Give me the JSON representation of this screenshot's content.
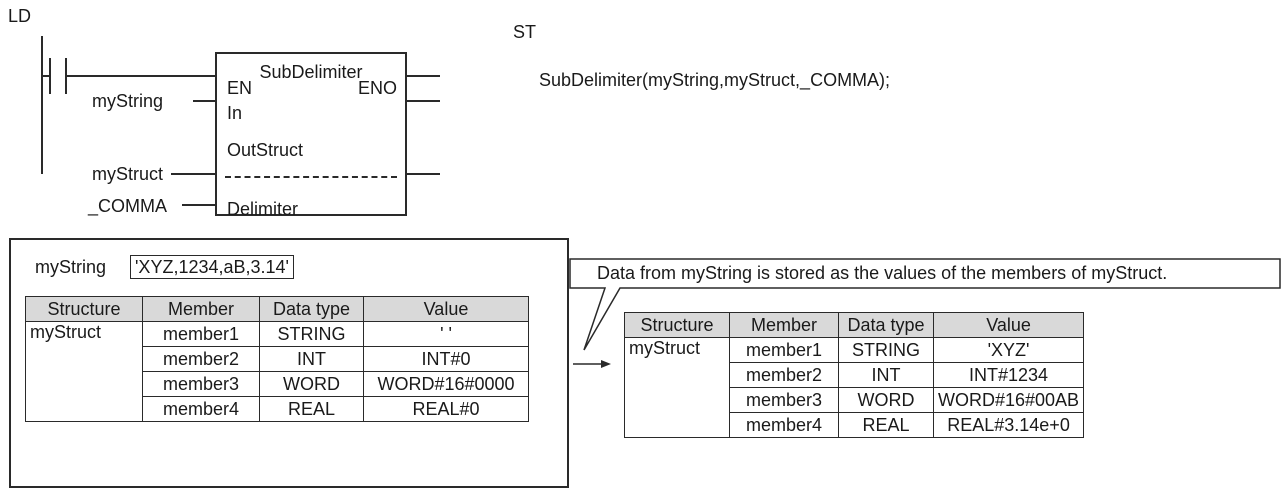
{
  "ld": {
    "heading": "LD",
    "fb_name": "SubDelimiter",
    "pin_en": "EN",
    "pin_eno": "ENO",
    "pin_in": "In",
    "pin_outstruct": "OutStruct",
    "pin_delimiter": "Delimiter",
    "var_in": "myString",
    "var_out": "myStruct",
    "var_delim": "_COMMA"
  },
  "st": {
    "heading": "ST",
    "code": "SubDelimiter(myString,myStruct,_COMMA);"
  },
  "before": {
    "string_label": "myString",
    "string_value": "'XYZ,1234,aB,3.14'",
    "headers": [
      "Structure",
      "Member",
      "Data type",
      "Value"
    ],
    "struct_name": "myStruct",
    "rows": [
      {
        "member": "member1",
        "type": "STRING",
        "value": "' '"
      },
      {
        "member": "member2",
        "type": "INT",
        "value": "INT#0"
      },
      {
        "member": "member3",
        "type": "WORD",
        "value": "WORD#16#0000"
      },
      {
        "member": "member4",
        "type": "REAL",
        "value": "REAL#0"
      }
    ]
  },
  "callout": "Data from myString is stored as the values of the members of myStruct.",
  "after": {
    "headers": [
      "Structure",
      "Member",
      "Data type",
      "Value"
    ],
    "struct_name": "myStruct",
    "rows": [
      {
        "member": "member1",
        "type": "STRING",
        "value": "'XYZ'"
      },
      {
        "member": "member2",
        "type": "INT",
        "value": "INT#1234"
      },
      {
        "member": "member3",
        "type": "WORD",
        "value": "WORD#16#00AB"
      },
      {
        "member": "member4",
        "type": "REAL",
        "value": "REAL#3.14e+0"
      }
    ]
  }
}
